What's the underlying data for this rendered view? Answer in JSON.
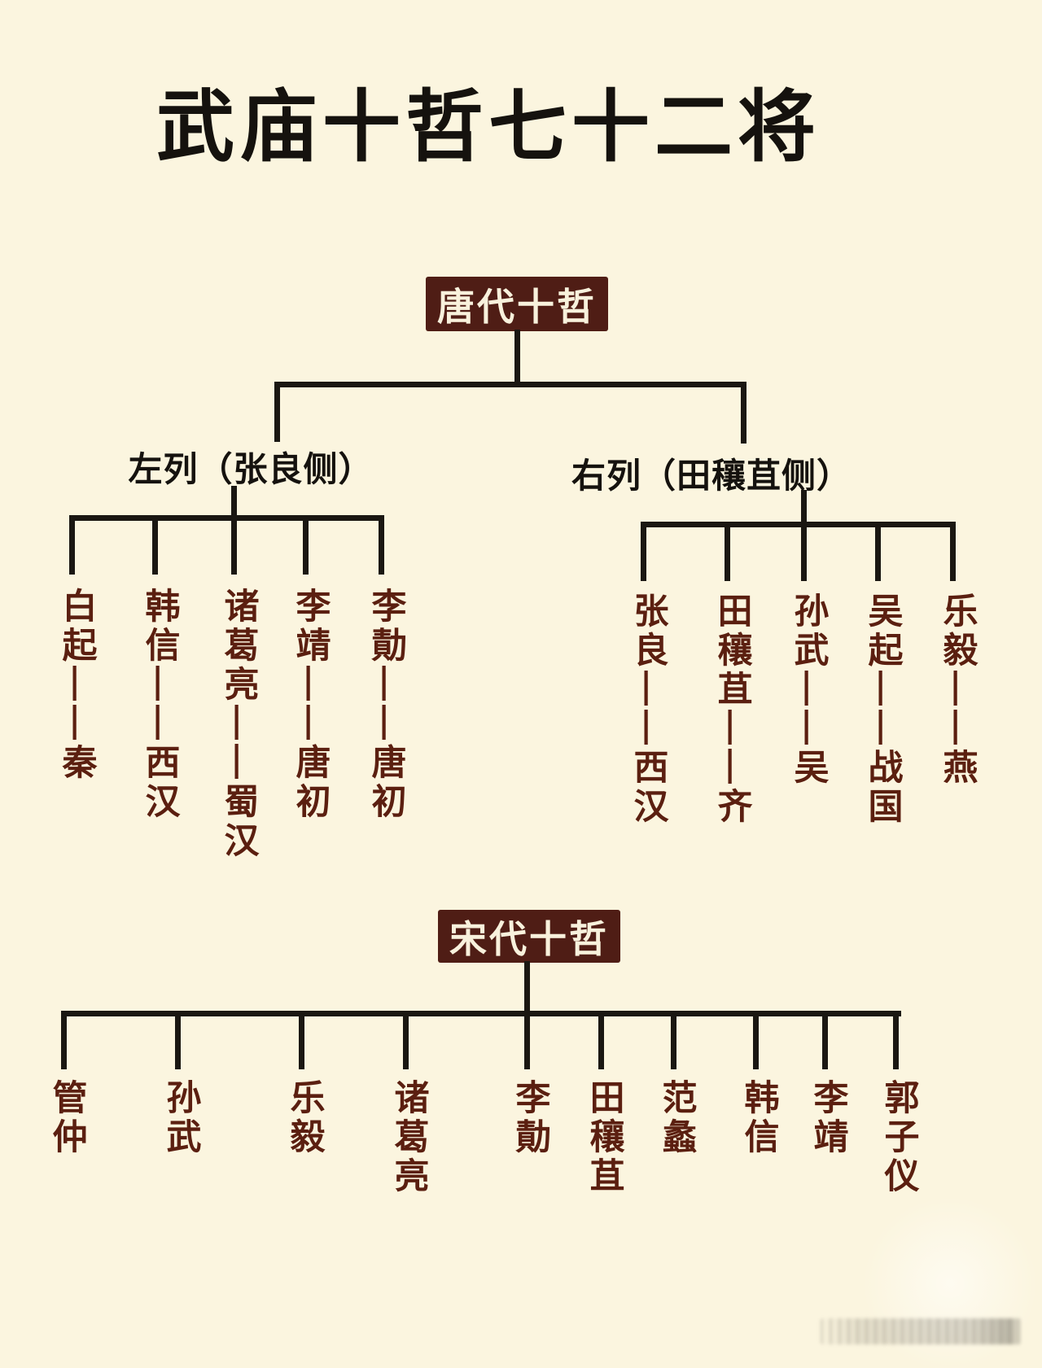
{
  "page": {
    "title": "武庙十哲七十二将",
    "colors": {
      "background": "#FBF5DF",
      "line": "#1A1712",
      "node_background": "#4F1D15",
      "node_text": "#F8F1DC",
      "member_text": "#5B1F10",
      "label_text": "#15120E"
    }
  },
  "tang": {
    "node_label": "唐代十哲",
    "left_group": {
      "label": "左列（张良侧）",
      "members": [
        "白起——秦",
        "韩信——西汉",
        "诸葛亮——蜀汉",
        "李靖——唐初",
        "李勣——唐初"
      ]
    },
    "right_group": {
      "label": "右列（田穰苴侧）",
      "members": [
        "张良——西汉",
        "田穰苴——齐",
        "孙武——吴",
        "吴起——战国",
        "乐毅——燕"
      ]
    }
  },
  "song": {
    "node_label": "宋代十哲",
    "members": [
      "管仲",
      "孙武",
      "乐毅",
      "诸葛亮",
      "李勣",
      "田穰苴",
      "范蠡",
      "韩信",
      "李靖",
      "郭子仪"
    ]
  }
}
